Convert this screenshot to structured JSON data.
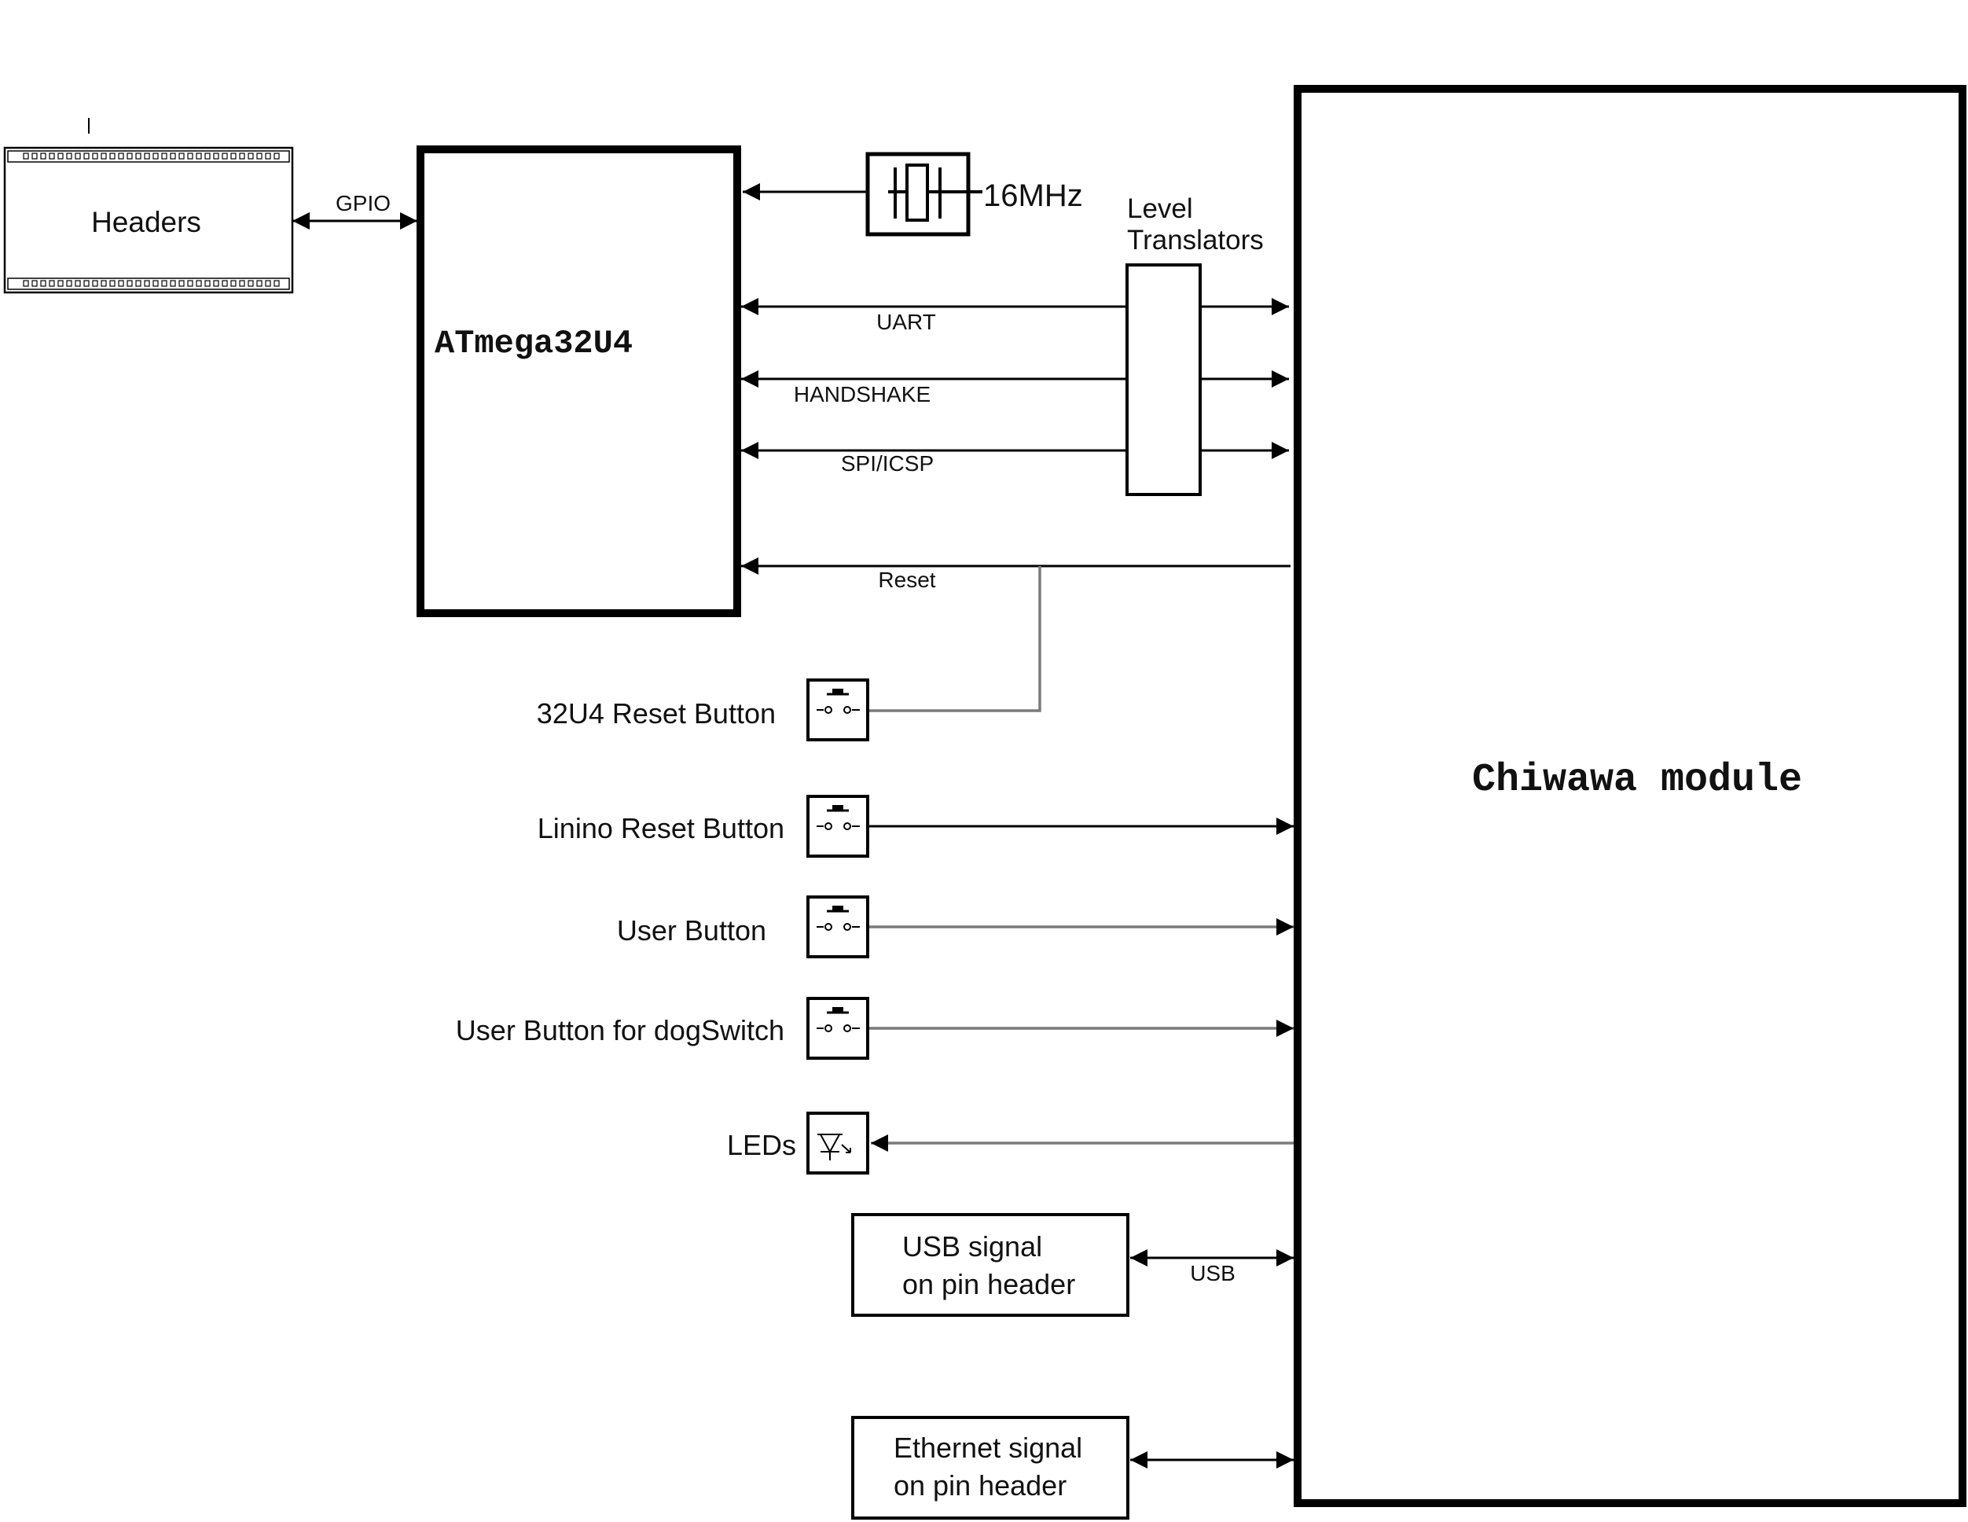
{
  "blocks": {
    "headers": "Headers",
    "mcu": "ATmega32U4",
    "crystal": "16MHz",
    "level_translators_line1": "Level",
    "level_translators_line2": "Translators",
    "module": "Chiwawa module",
    "usb_box_line1": "USB signal",
    "usb_box_line2": "on pin header",
    "eth_box_line1": "Ethernet signal",
    "eth_box_line2": "on pin header"
  },
  "signals": {
    "gpio": "GPIO",
    "uart": "UART",
    "handshake": "HANDSHAKE",
    "spi": "SPI/ICSP",
    "reset": "Reset",
    "usb": "USB"
  },
  "components": {
    "reset_32u4": "32U4 Reset Button",
    "linino_reset": "Linino Reset Button",
    "user_button": "User Button",
    "dogswitch": "User Button for dogSwitch",
    "leds": "LEDs"
  },
  "colors": {
    "line": "#000000",
    "gray_wire": "#7a7a7a",
    "background": "#ffffff"
  }
}
